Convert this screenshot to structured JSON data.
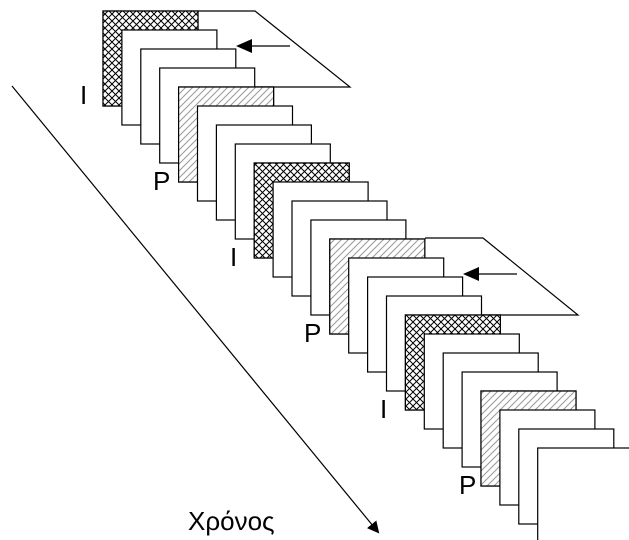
{
  "diagram": {
    "axis_label": "Χρόνος",
    "frame_labels": [
      "I",
      "P",
      "I",
      "P",
      "I",
      "P"
    ],
    "frame_sequence": [
      "I",
      "B",
      "B",
      "B",
      "P",
      "B",
      "B",
      "B",
      "I",
      "B",
      "B",
      "B",
      "P",
      "B",
      "B",
      "B",
      "I",
      "B",
      "B",
      "B",
      "P",
      "B",
      "B",
      "B"
    ],
    "colors": {
      "stroke": "#000000",
      "fill": "#ffffff",
      "hatch_p": "#999999",
      "crosshatch_i": "#000000"
    }
  }
}
